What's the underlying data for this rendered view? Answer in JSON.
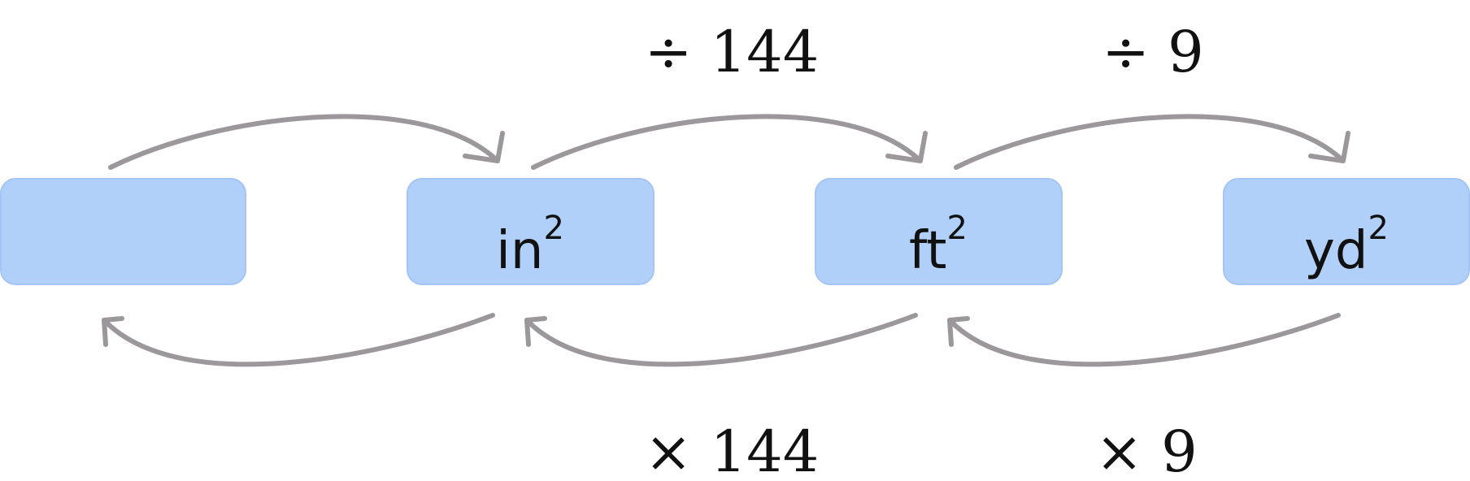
{
  "units": [
    {
      "base": "",
      "exponent": ""
    },
    {
      "base": "in",
      "exponent": "2"
    },
    {
      "base": "ft",
      "exponent": "2"
    },
    {
      "base": "yd",
      "exponent": "2"
    }
  ],
  "operations": {
    "top": [
      {
        "label": "÷ 144"
      },
      {
        "label": "÷ 9"
      }
    ],
    "bottom": [
      {
        "label": "× 144"
      },
      {
        "label": "× 9"
      }
    ]
  },
  "colors": {
    "box_fill": "#b0d0fa",
    "arrow": "#9b979b",
    "text": "#111111"
  }
}
